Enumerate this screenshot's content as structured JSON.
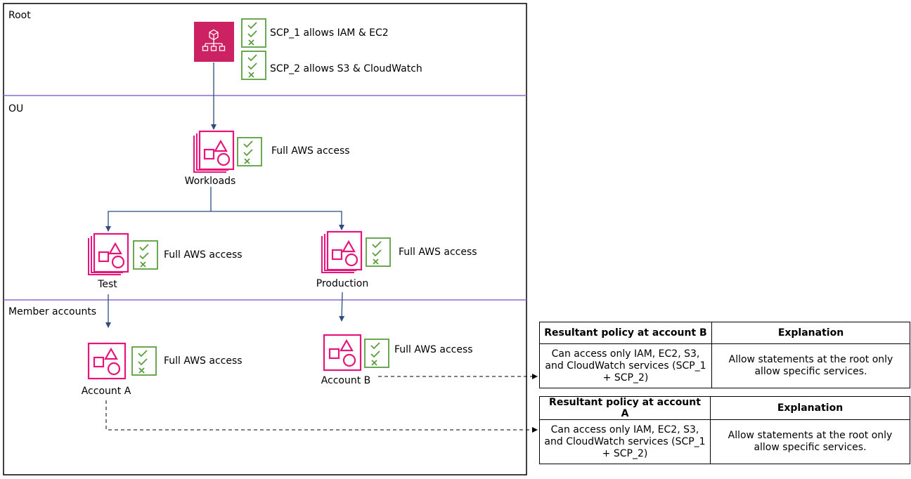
{
  "zones": {
    "root": "Root",
    "ou": "OU",
    "members": "Member accounts"
  },
  "policies": {
    "scp1": "SCP_1 allows IAM & EC2",
    "scp2": "SCP_2 allows S3 & CloudWatch",
    "workloads": "Full AWS access",
    "test": "Full AWS access",
    "production": "Full AWS access",
    "account_a": "Full AWS access",
    "account_b": "Full AWS access"
  },
  "nodes": {
    "workloads": "Workloads",
    "test": "Test",
    "production": "Production",
    "account_a": "Account A",
    "account_b": "Account B"
  },
  "tables": [
    {
      "header_left": "Resultant policy at account B",
      "header_right": "Explanation",
      "cell_left": "Can access only IAM, EC2, S3, and CloudWatch services (SCP_1 + SCP_2)",
      "cell_right": "Allow statements at the root only allow specific services."
    },
    {
      "header_left": "Resultant policy at account A",
      "header_right": "Explanation",
      "cell_left": "Can access only IAM, EC2, S3, and CloudWatch services (SCP_1 + SCP_2)",
      "cell_right": "Allow statements at the root only allow specific services."
    }
  ],
  "colors": {
    "frame": "#000000",
    "zone_divider": "#8c6bd0",
    "arrow": "#2e4c7e",
    "org_icon": "#e7157b",
    "policy_icon": "#5a9e3e"
  }
}
